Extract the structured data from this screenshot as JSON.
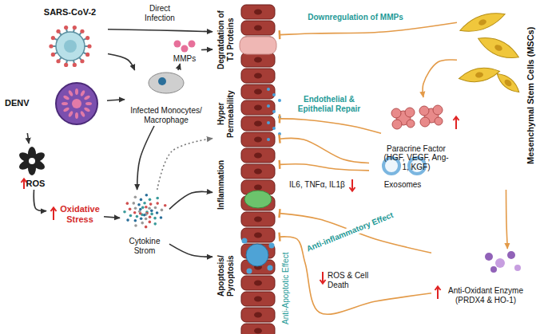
{
  "diagram": {
    "nodes": [
      {
        "text": [
          "SARS-CoV-2"
        ]
      },
      {
        "text": [
          "DENV"
        ]
      },
      {
        "text": [
          "ROS"
        ]
      },
      {
        "text": [
          "Oxidative Stress"
        ]
      },
      {
        "text": [
          "Infected Monocytes/ Macrophage"
        ]
      },
      {
        "text": [
          "MMPs"
        ]
      },
      {
        "text": [
          "Cytokine Strom"
        ]
      },
      {
        "text": [
          "Degratdation of TJ Proteins"
        ]
      },
      {
        "text": [
          "Hyper Permeability"
        ]
      },
      {
        "text": [
          "Inflammation"
        ]
      },
      {
        "text": [
          "Apoptosis/ Pyroptosis"
        ]
      },
      {
        "text": [
          "Mesenchymal Stem Cells (MSCs)"
        ]
      },
      {
        "text": [
          "Paracrine Factor (HGF, VEGF, Ang-1, KGF)"
        ]
      },
      {
        "text": [
          "Exosomes"
        ]
      },
      {
        "text": [
          "Anti-Oxidant Enzyme (PRDX4 & HO-1)"
        ]
      }
    ],
    "edges": [
      {
        "from": 0,
        "to": 7,
        "arrow": "to",
        "label": "Direct Infection"
      },
      {
        "from": 0,
        "to": 4,
        "arrow": "to"
      },
      {
        "from": 1,
        "to": 4,
        "arrow": "to"
      },
      {
        "from": 1,
        "to": 2,
        "arrow": "to"
      },
      {
        "from": 2,
        "to": 3,
        "arrow": "to"
      },
      {
        "from": 3,
        "to": 6,
        "arrow": "to"
      },
      {
        "from": 4,
        "to": 5,
        "arrow": "to"
      },
      {
        "from": 5,
        "to": 7,
        "arrow": "to"
      },
      {
        "from": 4,
        "to": 6,
        "arrow": "to"
      },
      {
        "from": 6,
        "to": 8,
        "arrow": "to"
      },
      {
        "from": 6,
        "to": 9,
        "arrow": "to"
      },
      {
        "from": 6,
        "to": 10,
        "arrow": "to"
      },
      {
        "from": 11,
        "to": 7,
        "arrow": "to",
        "label": "Downregulation of MMPs"
      },
      {
        "from": 11,
        "to": 12,
        "arrow": "to"
      },
      {
        "from": 11,
        "to": 14,
        "arrow": "to"
      },
      {
        "from": 12,
        "to": 8,
        "arrow": "to",
        "label": "Endothelial & Epithelial Repair"
      },
      {
        "from": 13,
        "to": 8,
        "arrow": "to"
      },
      {
        "from": 13,
        "to": 9,
        "arrow": "to"
      },
      {
        "from": 14,
        "to": 9,
        "arrow": "to",
        "label": "Anti-inflammatory Effect"
      },
      {
        "from": 14,
        "to": 10,
        "arrow": "to",
        "label": "Anti-Apoptotic Effect"
      }
    ],
    "labels": [
      "IL6, TNFα, IL1β",
      "ROS & Cell Death"
    ]
  }
}
